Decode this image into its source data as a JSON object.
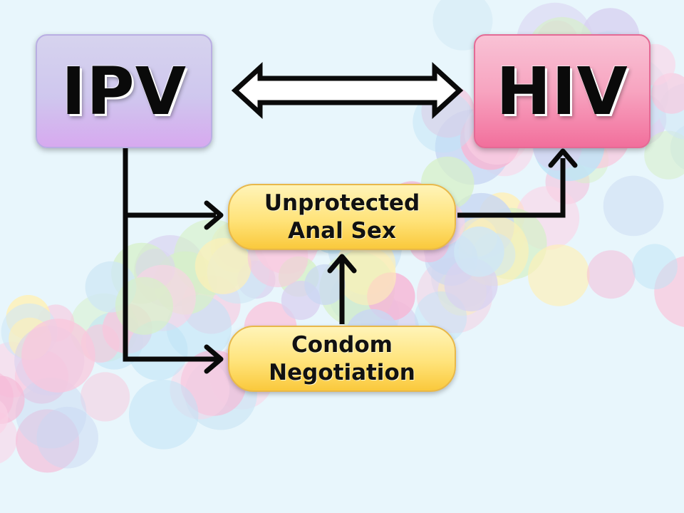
{
  "nodes": {
    "ipv": "IPV",
    "hiv": "HIV",
    "unprotected_anal_sex": [
      "Unprotected",
      "Anal Sex"
    ],
    "condom_negotiation": [
      "Condom",
      "Negotiation"
    ]
  },
  "edges": [
    {
      "from": "IPV",
      "to": "HIV",
      "type": "bidirectional"
    },
    {
      "from": "IPV",
      "to": "Unprotected Anal Sex"
    },
    {
      "from": "IPV",
      "to": "Condom Negotiation"
    },
    {
      "from": "Condom Negotiation",
      "to": "Unprotected Anal Sex"
    },
    {
      "from": "Unprotected Anal Sex",
      "to": "HIV"
    }
  ],
  "colors": {
    "ipv_box": "#cfc7ee",
    "hiv_box": "#f7a4c0",
    "mediator_box": "#ffe37a",
    "arrow": "#0a0a0a",
    "background": "#e8f6fc"
  }
}
